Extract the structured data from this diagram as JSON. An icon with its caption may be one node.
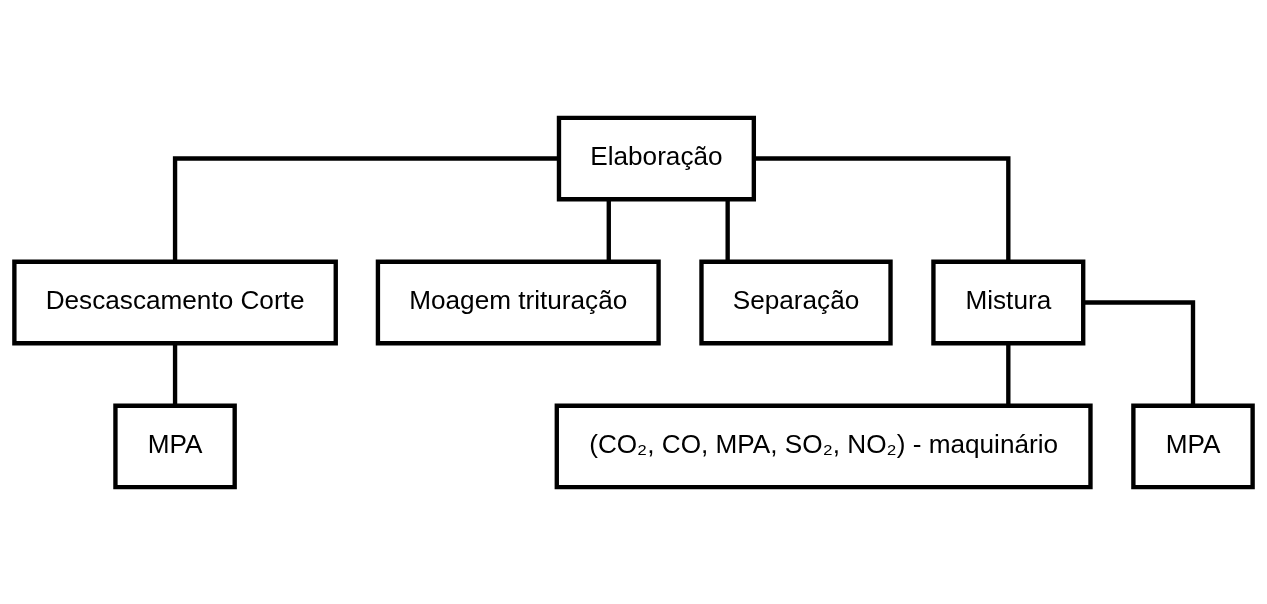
{
  "diagram": {
    "nodes": [
      {
        "text": [
          "Elaboração"
        ]
      },
      {
        "text": [
          "Descascamento Corte"
        ]
      },
      {
        "text": [
          "Moagem trituração"
        ]
      },
      {
        "text": [
          "Separação"
        ]
      },
      {
        "text": [
          "Mistura"
        ]
      },
      {
        "text": [
          "MPA"
        ]
      },
      {
        "text": [
          "(CO₂, CO, MPA, SO₂, NO₂) - maquinário"
        ]
      },
      {
        "text": [
          "MPA"
        ]
      }
    ],
    "edges": [
      {
        "from": 0,
        "to": 1,
        "arrow": "none"
      },
      {
        "from": 0,
        "to": 2,
        "arrow": "none"
      },
      {
        "from": 0,
        "to": 3,
        "arrow": "none"
      },
      {
        "from": 0,
        "to": 4,
        "arrow": "none"
      },
      {
        "from": 1,
        "to": 5,
        "arrow": "none"
      },
      {
        "from": 4,
        "to": 6,
        "arrow": "none"
      },
      {
        "from": 4,
        "to": 7,
        "arrow": "none"
      }
    ]
  }
}
